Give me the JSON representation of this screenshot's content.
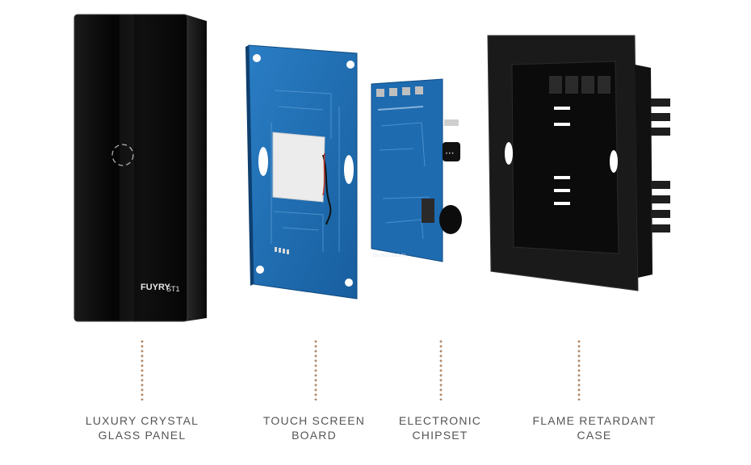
{
  "brand": {
    "logo_text": "FUYRY",
    "model": "ST1"
  },
  "chipset": {
    "printed_code": "D1-3021-93S-01"
  },
  "colors": {
    "glass": "#0b0b0b",
    "pcb_blue": "#1f6fb5",
    "case": "#161616",
    "dots": "#b08a6b",
    "label_text": "#555555"
  },
  "labels": [
    {
      "line1": "LUXURY CRYSTAL",
      "line2": "GLASS PANEL"
    },
    {
      "line1": "TOUCH SCREEN",
      "line2": "BOARD"
    },
    {
      "line1": "ELECTRONIC",
      "line2": "CHIPSET"
    },
    {
      "line1": "FLAME RETARDANT",
      "line2": "CASE"
    }
  ]
}
